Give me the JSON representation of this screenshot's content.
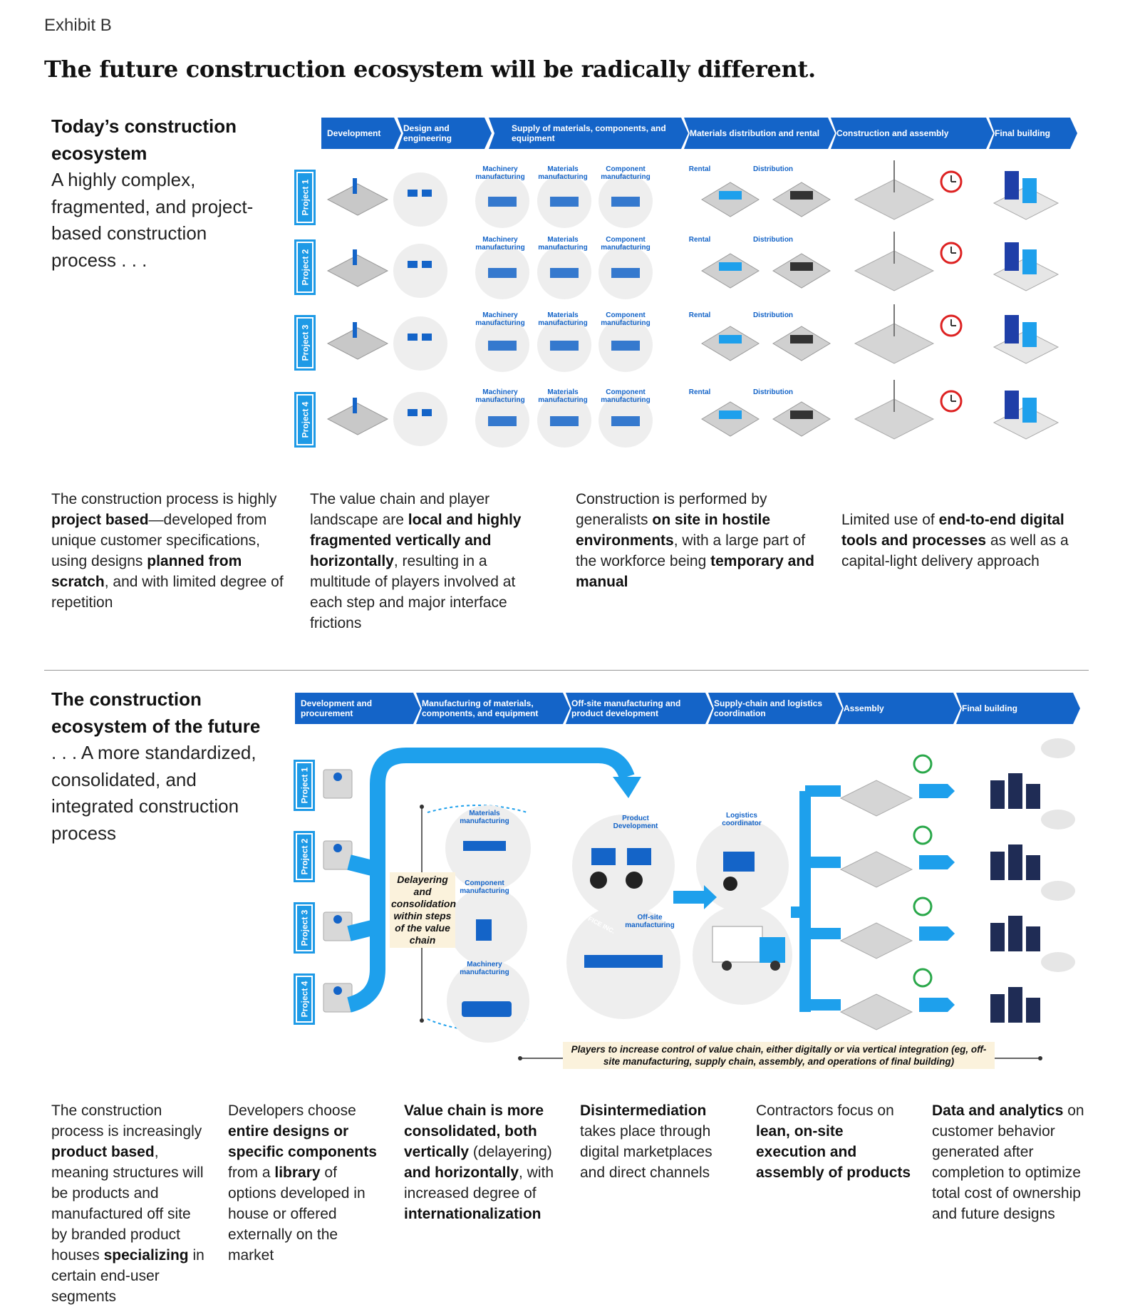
{
  "exhibit_label": "Exhibit B",
  "title": "The future construction ecosystem will be radically different.",
  "today": {
    "heading": "Today’s construction ecosystem",
    "subheading": "A highly complex, fragmented, and project-based construction process . . .",
    "stages": [
      "Development",
      "Design and engineering",
      "Supply of materials, components, and equipment",
      "Materials distribution and rental",
      "Construction and assembly",
      "Final building"
    ],
    "projects": [
      "Project 1",
      "Project 2",
      "Project 3",
      "Project 4"
    ],
    "supply_labels": [
      "Machinery manufacturing",
      "Materials manufacturing",
      "Component manufacturing"
    ],
    "distribution_labels": [
      "Rental",
      "Distribution"
    ],
    "descriptions": [
      {
        "parts": [
          [
            "The construction process is highly ",
            false
          ],
          [
            "project based",
            true
          ],
          [
            "—developed from unique customer specifications, using designs ",
            false
          ],
          [
            "planned from scratch",
            true
          ],
          [
            ", and with limited degree of repetition",
            false
          ]
        ]
      },
      {
        "parts": [
          [
            "The value chain and player landscape are ",
            false
          ],
          [
            "local and highly fragmented vertically and horizontally",
            true
          ],
          [
            ", resulting in a multitude of players involved at each step and major interface frictions",
            false
          ]
        ]
      },
      {
        "parts": [
          [
            "Construction is performed by generalists ",
            false
          ],
          [
            "on site in hostile environments",
            true
          ],
          [
            ", with a large part of the workforce being ",
            false
          ],
          [
            "temporary and manual",
            true
          ]
        ]
      },
      {
        "parts": [
          [
            "Limited use of ",
            false
          ],
          [
            "end-to-end digital tools and processes",
            true
          ],
          [
            " as well as a capital-light delivery approach",
            false
          ]
        ]
      }
    ]
  },
  "future": {
    "heading": "The construction ecosystem of the future",
    "subheading": ". . . A more standardized, consolidated, and integrated construction process",
    "stages": [
      "Development and procurement",
      "Manufacturing of materials, components, and equipment",
      "Off-site manufacturing and product development",
      "Supply-chain and logistics coordination",
      "Assembly",
      "Final building"
    ],
    "projects": [
      "Project 1",
      "Project 2",
      "Project 3",
      "Project 4"
    ],
    "hub_labels": [
      "Materials manufacturing",
      "Component manufacturing",
      "Machinery manufacturing",
      "Product Development",
      "Off-site manufacturing",
      "Logistics coordinator"
    ],
    "delayering_note": "Delayering and consolidation within steps of the value chain",
    "bottom_note": "Players to increase control of value chain, either digitally or via vertical integration (eg, off-site manufacturing, supply chain, assembly, and operations of final building)",
    "truck_text": "OFFICE INC.",
    "descriptions": [
      {
        "parts": [
          [
            "The construction process is increasingly ",
            false
          ],
          [
            "product based",
            true
          ],
          [
            ", meaning structures will be products and manufactured off site by branded product houses ",
            false
          ],
          [
            "specializing",
            true
          ],
          [
            " in certain end-user segments",
            false
          ]
        ]
      },
      {
        "parts": [
          [
            "Developers choose ",
            false
          ],
          [
            "entire designs or specific components",
            true
          ],
          [
            " from a ",
            false
          ],
          [
            "library",
            true
          ],
          [
            " of options developed in house or offered externally on the market",
            false
          ]
        ]
      },
      {
        "parts": [
          [
            "Value chain is more consolidated, both vertically",
            true
          ],
          [
            " (delayering) ",
            false
          ],
          [
            "and horizontally",
            true
          ],
          [
            ", with increased degree of ",
            false
          ],
          [
            "internationalization",
            true
          ]
        ]
      },
      {
        "parts": [
          [
            "Disintermediation",
            true
          ],
          [
            " takes place through digital marketplaces and direct channels",
            false
          ]
        ]
      },
      {
        "parts": [
          [
            "Contractors focus on ",
            false
          ],
          [
            "lean, on-site execution and assembly of products",
            true
          ]
        ]
      },
      {
        "parts": [
          [
            "Data and analytics",
            true
          ],
          [
            " on customer behavior generated after completion to optimize total cost of ownership and future designs",
            false
          ]
        ]
      }
    ]
  },
  "colors": {
    "chevron": "#1464c8",
    "tab": "#1e9ae6",
    "arrow": "#1ea0ec",
    "note_bg": "#fbf2dc"
  }
}
